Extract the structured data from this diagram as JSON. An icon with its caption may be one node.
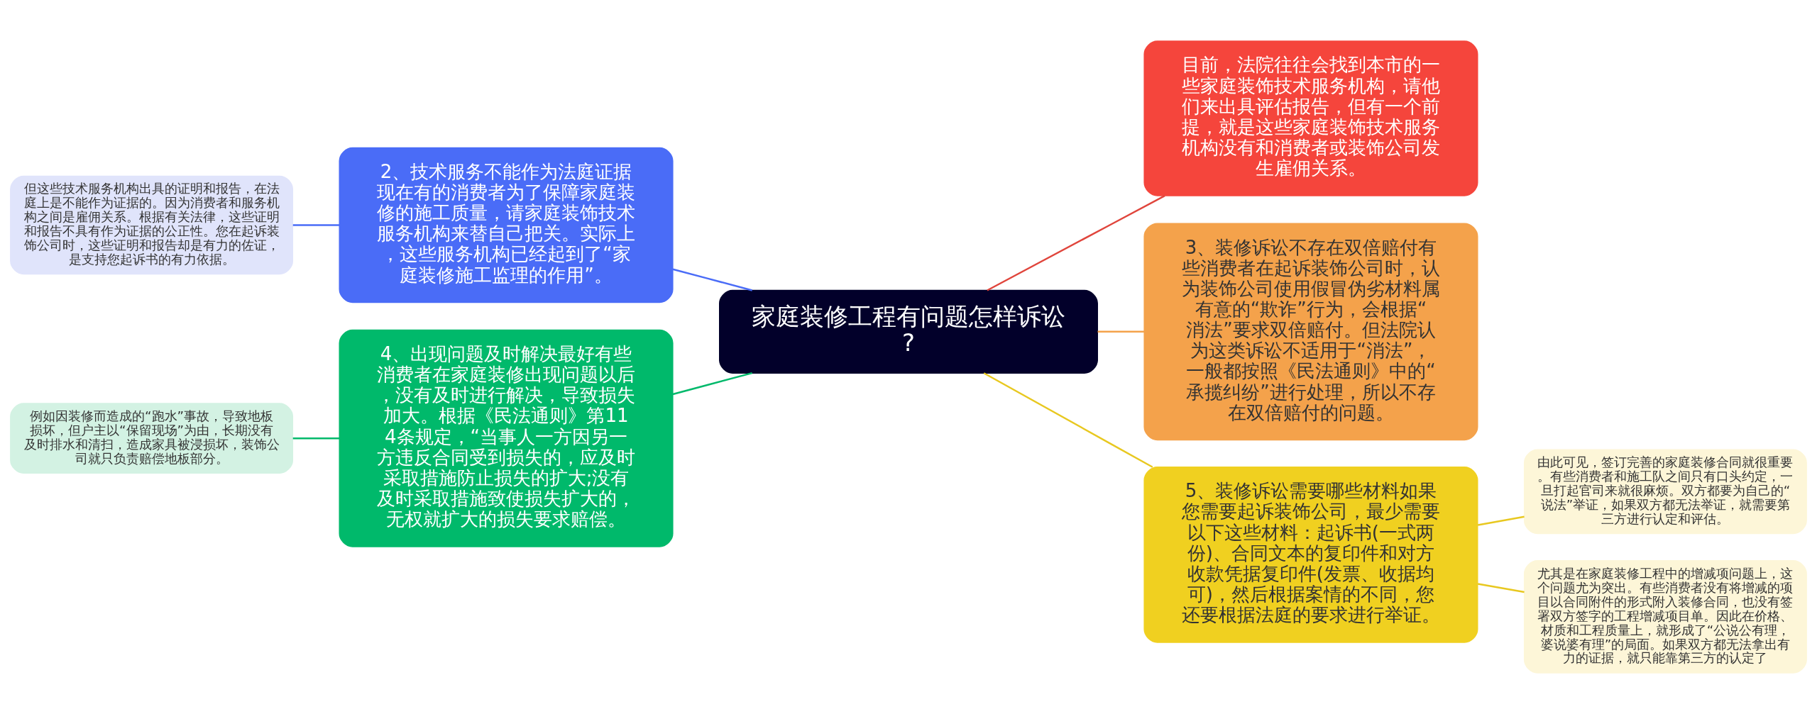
{
  "diagram": {
    "nodes": [
      {
        "text": [
          "家庭装修工程有问题怎样诉讼?"
        ]
      },
      {
        "text": [
          "2、技术服务不能作为法庭证据现在有的消费者为了保障家庭装修的施工质量，请家庭装饰技术服务机构来替自己把关。实际上，这些服务机构已经起到了“家庭装修施工监理的作用”。"
        ]
      },
      {
        "text": [
          "但这些技术服务机构出具的证明和报告，在法庭上是不能作为证据的。因为消费者和服务机构之间是雇佣关系。根据有关法律，这些证明和报告不具有作为证据的公正性。您在起诉装饰公司时，这些证明和报告却是有力的佐证，是支持您起诉书的有力依据。"
        ]
      },
      {
        "text": [
          "4、出现问题及时解决最好有些消费者在家庭装修出现问题以后，没有及时进行解决，导致损失加大。根据《民法通则》第114条规定，“当事人一方因另一方违反合同受到损失的，应及时采取措施防止损失的扩大;没有及时采取措施致使损失扩大的，无权就扩大的损失要求赔偿。"
        ]
      },
      {
        "text": [
          "例如因装修而造成的“跑水”事故，导致地板损坏，但户主以“保留现场”为由，长期没有及时排水和清扫，造成家具被浸损坏，装饰公司就只负责赔偿地板部分。"
        ]
      },
      {
        "text": [
          "目前，法院往往会找到本市的一些家庭装饰技术服务机构，请他们来出具评估报告，但有一个前提，就是这些家庭装饰技术服务机构没有和消费者或装饰公司发生雇佣关系。"
        ]
      },
      {
        "text": [
          "3、装修诉讼不存在双倍赔付有些消费者在起诉装饰公司时，认为装饰公司使用假冒伪劣材料属有意的“欺诈”行为，会根据“消法”要求双倍赔付。但法院认为这类诉讼不适用于“消法”，一般都按照《民法通则》中的“承揽纠纷”进行处理，所以不存在双倍赔付的问题。"
        ]
      },
      {
        "text": [
          "5、装修诉讼需要哪些材料如果您需要起诉装饰公司，最少需要以下这些材料：起诉书(一式两份)、合同文本的复印件和对方收款凭据复印件(发票、收据均可)，然后根据案情的不同，您还要根据法庭的要求进行举证。"
        ]
      },
      {
        "text": [
          "由此可见，签订完善的家庭装修合同就很重要。有些消费者和施工队之间只有口头约定，一旦打起官司来就很麻烦。双方都要为自己的“说法”举证，如果双方都无法举证，就需要第三方进行认定和评估。"
        ]
      },
      {
        "text": [
          "尤其是在家庭装修工程中的增减项问题上，这个问题尤为突出。有些消费者没有将增减的项目以合同附件的形式附入装修合同，也没有签署双方签字的工程增减项目单。因此在价格、材质和工程质量上，就形成了“公说公有理，婆说婆有理”的局面。如果双方都无法拿出有力的证据，就只能靠第三方的认定了"
        ]
      }
    ],
    "edges": [
      {
        "from": 0,
        "to": 1,
        "arrow": "none",
        "color": "#4a6cf7"
      },
      {
        "from": 1,
        "to": 2,
        "arrow": "none",
        "color": "#4a6cf7"
      },
      {
        "from": 0,
        "to": 3,
        "arrow": "none",
        "color": "#00b96b"
      },
      {
        "from": 3,
        "to": 4,
        "arrow": "none",
        "color": "#00b96b"
      },
      {
        "from": 0,
        "to": 5,
        "arrow": "none",
        "color": "#e0453c"
      },
      {
        "from": 0,
        "to": 6,
        "arrow": "none",
        "color": "#f4a24b"
      },
      {
        "from": 0,
        "to": 7,
        "arrow": "none",
        "color": "#e8c820"
      },
      {
        "from": 7,
        "to": 8,
        "arrow": "none",
        "color": "#e8c820"
      },
      {
        "from": 7,
        "to": 9,
        "arrow": "none",
        "color": "#e8c820"
      }
    ]
  }
}
